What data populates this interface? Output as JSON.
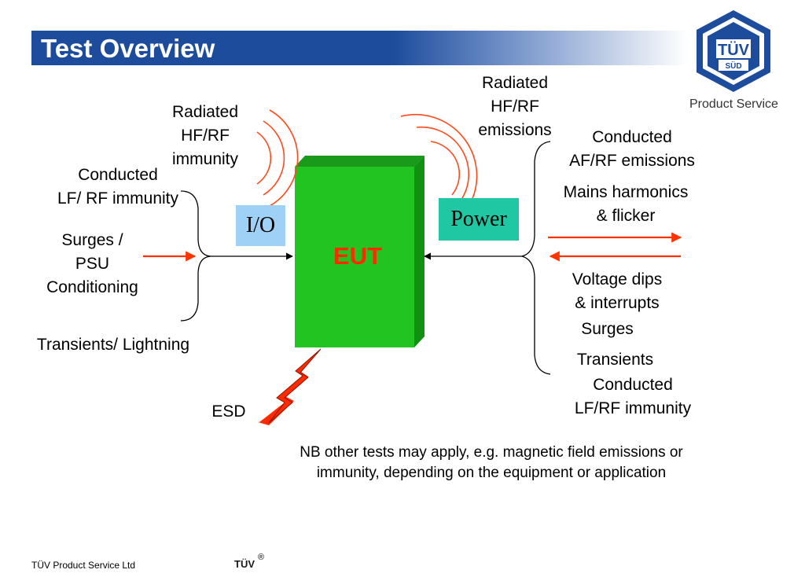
{
  "header": {
    "title": "Test Overview"
  },
  "logo": {
    "mark": "TÜV SÜD",
    "caption": "Product Service"
  },
  "diagram": {
    "center_label": "EUT",
    "io_port": "I/O",
    "power_port": "Power",
    "left_labels": {
      "radiated_immunity": [
        "Radiated",
        "HF/RF",
        "immunity"
      ],
      "conducted_immunity": [
        "Conducted",
        "LF/ RF immunity"
      ],
      "surges": [
        "Surges /",
        "PSU",
        "Conditioning"
      ],
      "transients": "Transients/ Lightning",
      "esd": "ESD"
    },
    "right_labels": {
      "radiated_emissions": [
        "Radiated",
        "HF/RF",
        "emissions"
      ],
      "conducted_emissions": [
        "Conducted",
        "AF/RF emissions"
      ],
      "mains": [
        "Mains harmonics",
        "& flicker"
      ],
      "dips": [
        "Voltage dips",
        "& interrupts"
      ],
      "surges": "Surges",
      "transients": "Transients",
      "conducted_immunity": [
        "Conducted",
        "LF/RF immunity"
      ]
    },
    "note": [
      "NB other tests may apply, e.g. magnetic field emissions or",
      "immunity, depending on the equipment or application"
    ]
  },
  "footer": {
    "company": "TÜV Product Service Ltd",
    "brand": "TÜV",
    "reg": "®"
  },
  "colors": {
    "title_bar": "#1d4c9c",
    "eut_green": "#22c422",
    "io_blue": "#9fd0f6",
    "power_teal": "#1fc8a3",
    "accent_red": "#ff3300"
  }
}
